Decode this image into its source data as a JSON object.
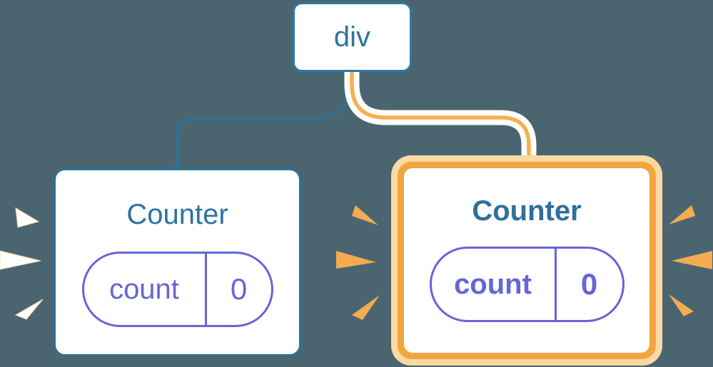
{
  "diagram": {
    "root_label": "div",
    "left_counter": {
      "title": "Counter",
      "state_key": "count",
      "state_value": "0",
      "highlighted": false
    },
    "right_counter": {
      "title": "Counter",
      "state_key": "count",
      "state_value": "0",
      "highlighted": true
    }
  },
  "colors": {
    "background": "#4B6570",
    "node_blue_border": "#2F78A4",
    "node_blue_text": "#2E73A3",
    "edge_blue": "#2E6F9A",
    "state_purple": "#6765D8",
    "highlight_orange": "#F2A63F",
    "highlight_pale_orange": "#FBD9A2",
    "connector_orange": "#F5B052",
    "sparkle_white": "#FFFFFF",
    "sparkle_orange": "#F3AC51",
    "card_white": "#FFFFFF"
  }
}
